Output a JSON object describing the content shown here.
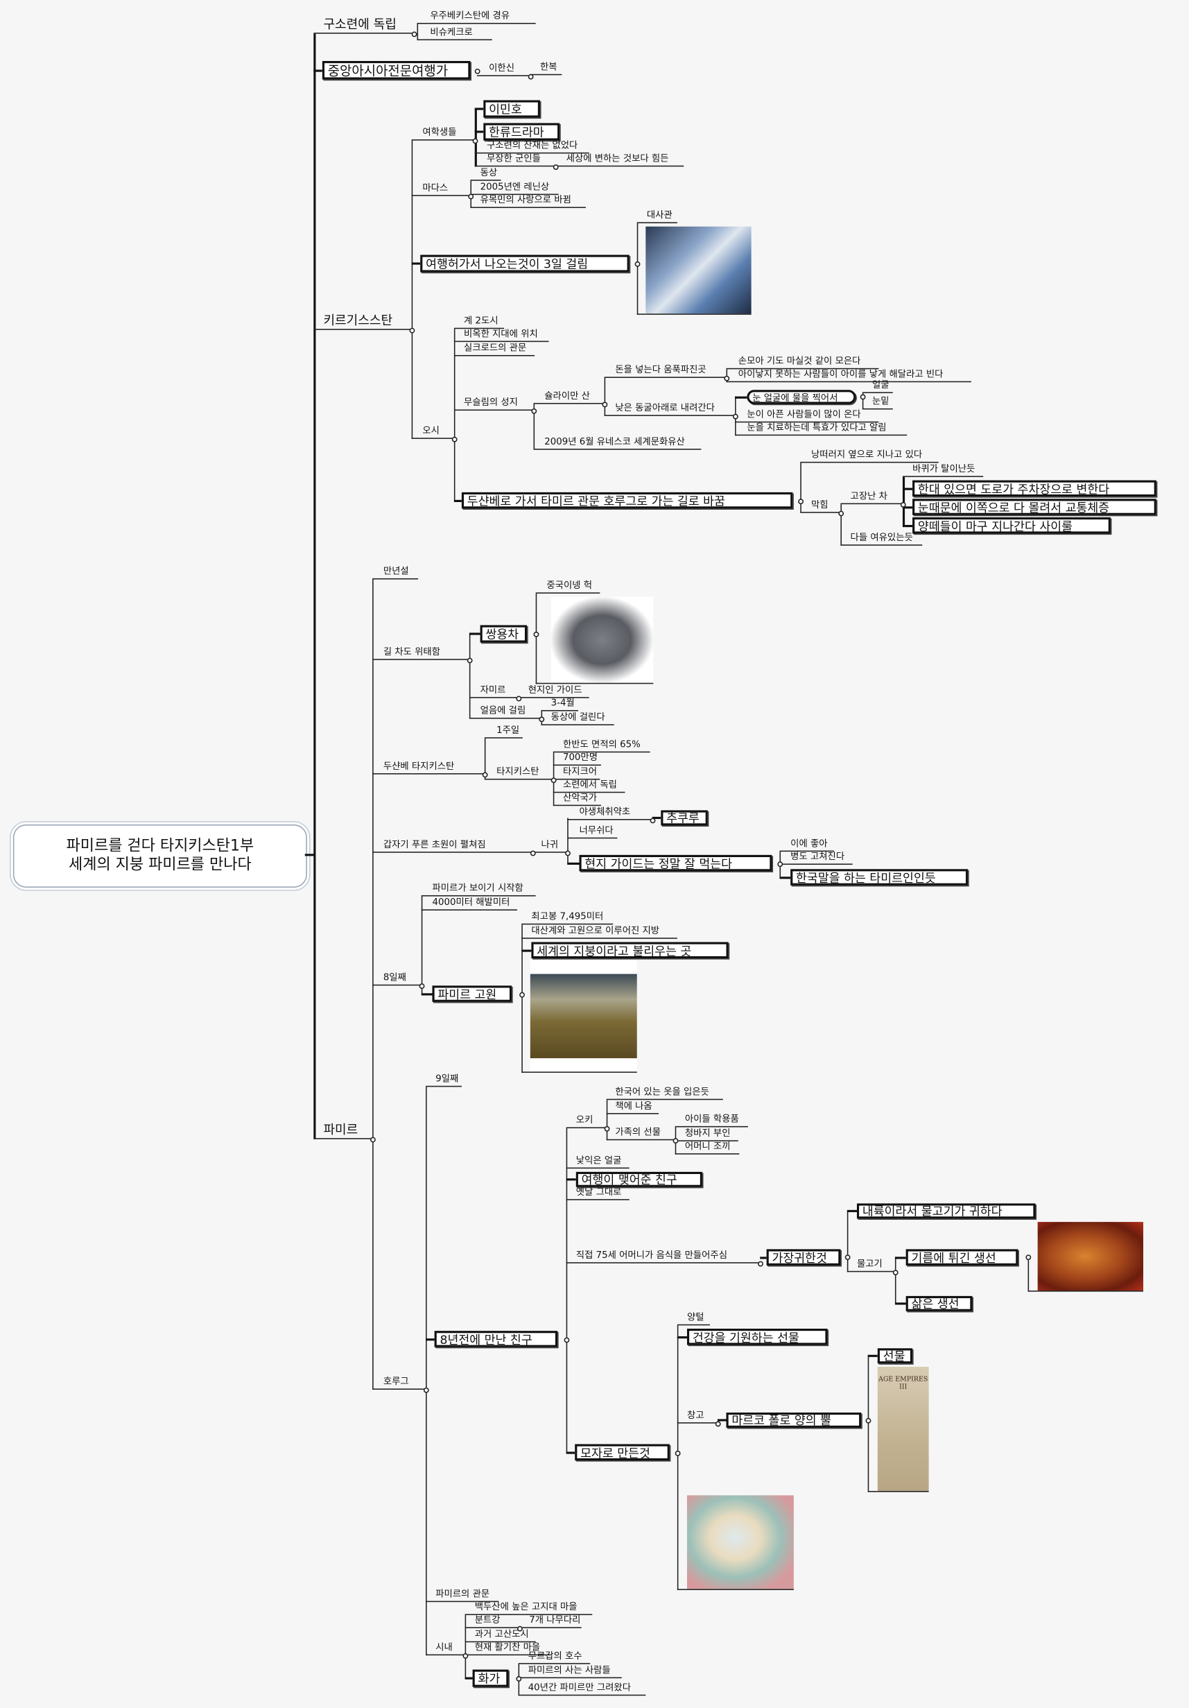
{
  "mindmap": {
    "title": [
      "파미르를 걷다 타지키스탄1부",
      "세계의 지붕 파미르를 만나다"
    ],
    "nodes": [
      "구소련에 독립",
      "우주베키스탄에 경유",
      "비슈케크로",
      "중앙아시아전문여행가",
      "이한신",
      "한복",
      "키르기스스탄",
      "여학생들",
      "이민호",
      "한류드라마",
      "구소련의 잔재는 없었다",
      "무장한 군인들",
      "세상에 변하는 것보다 힘든",
      "마다스",
      "동상",
      "2005년엔 레닌상",
      "유목민의 사랑으로 바뀜",
      "여행허가서 나오는것이 3일 걸림",
      "대사관",
      "오시",
      "계 2도시",
      "비옥한 지대에 위치",
      "실크로드의 관문",
      "무슬림의 성지",
      "슐라이만 산",
      "돈을 넣는다 움푹파진곳",
      "손모아 기도 마실것 같이 모은다",
      "아이낳지 못하는 사람들이 아이를 낳게 해달라고 빈다",
      "낮은 동굴아래로 내려간다",
      "눈 얼굴에 물을 찍어서",
      "얼굴",
      "눈밑",
      "눈이 아픈 사람들이 많이 온다",
      "눈을 치료하는데 특효가 있다고 알림",
      "2009년 6월 유네스코 세계문화유산",
      "두샨베로 가서 타미르 관문 호루그로 가는 길로 바꿈",
      "낭떠러지 옆으로 지나고 있다",
      "막힘",
      "고장난 차",
      "바퀴가 탈이난듯",
      "한대 있으면 도로가 주차장으로 변한다",
      "눈때문에 이쪽으로 다 몰려서 교통체증",
      "양떼들이 마구 지나간다 사이룰",
      "다들 여유있는듯",
      "파미르",
      "만년설",
      "길 차도 위태함",
      "쌍용차",
      "중국이넹 헉",
      "자미르",
      "현지인 가이드",
      "얼음에 걸림",
      "3-4월",
      "동상에 걸린다",
      "두샨베 타지키스탄",
      "1주일",
      "타지키스탄",
      "한반도 면적의 65%",
      "700만명",
      "타지크어",
      "소련에서 독립",
      "산악국가",
      "갑자기 푸른 초원이 펼쳐짐",
      "나귀",
      "야생체취약초",
      "추쿠루",
      "너무쉬다",
      "현지 가이드는 정말 잘 먹는다",
      "이에 좋아",
      "병도 고쳐진다",
      "한국말을 하는 타미르인인듯",
      "8일째",
      "파미르가 보이기 시작함",
      "4000미터 해발미터",
      "파미르 고원",
      "최고봉 7,495미터",
      "대산계와 고원으로 이루어진 지방",
      "세계의 지붕이라고 불리우는 곳",
      "호루그",
      "9일째",
      "8년전에 만난 친구",
      "오키",
      "한국어 있는 옷을 입은듯",
      "책에 나옴",
      "가족의 선물",
      "아이들 학용품",
      "청바지 부인",
      "어머니 조끼",
      "낯익은 얼굴",
      "여행이 맺어준 친구",
      "옛날 그대로",
      "직접 75세 어머니가 음식을 만들어주심",
      "가장귀한것",
      "내륙이라서 물고기가 귀하다",
      "물고기",
      "기름에 튀긴 생선",
      "삶은 생선",
      "모자로 만든것",
      "양털",
      "건강을 기원하는 선물",
      "창고",
      "마르코 폴로 양의 뿔",
      "선물",
      "파미르의 관문",
      "시내",
      "백두산에 높은 고지대 마을",
      "분트강",
      "7개 나무다리",
      "과거 고산도시",
      "현재 활기찬 마을",
      "화가",
      "무르갑의 호수",
      "파미르의 사는 사람들",
      "40년간 파미르만 그려왔다"
    ],
    "image_text": {
      "game_cover": "AGE EMPIRES III"
    }
  }
}
